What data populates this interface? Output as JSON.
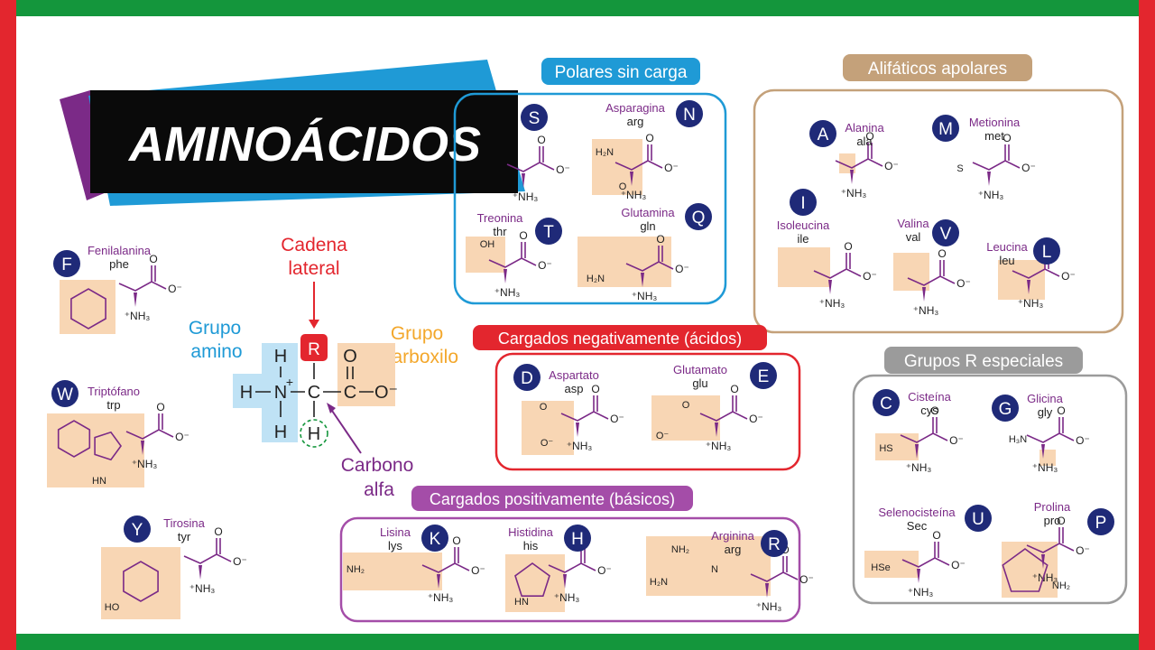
{
  "title": "AMINOÁCIDOS",
  "colors": {
    "green": "#14963c",
    "red": "#e3262e",
    "navy": "#1f2a78",
    "purple": "#7b2a87",
    "cyan": "#1f9ad6",
    "orange": "#f3a72b",
    "tan": "#c4a17a",
    "highlight": "#f8d6b4",
    "gray": "#9b9b9b"
  },
  "general": {
    "cadena1": "Cadena",
    "cadena2": "lateral",
    "amino1": "Grupo",
    "amino2": "amino",
    "carboxilo1": "Grupo",
    "carboxilo2": "carboxilo",
    "carbono1": "Carbono",
    "carbono2": "alfa",
    "R": "R",
    "H": "H",
    "N": "N",
    "C": "C",
    "O": "O",
    "Ominus": "O⁻",
    "plus": "+"
  },
  "groups": {
    "polares": "Polares sin carga",
    "alifaticos": "Alifáticos apolares",
    "negativos": "Cargados negativamente (ácidos)",
    "positivos": "Cargados positivamente (básicos)",
    "especiales": "Grupos R especiales"
  },
  "amino_acids": {
    "S": {
      "letter": "S",
      "name": "",
      "abbr": ""
    },
    "N": {
      "letter": "N",
      "name": "Asparagina",
      "abbr": "arg"
    },
    "T": {
      "letter": "T",
      "name": "Treonina",
      "abbr": "thr"
    },
    "Q": {
      "letter": "Q",
      "name": "Glutamina",
      "abbr": "gln"
    },
    "A": {
      "letter": "A",
      "name": "Alanina",
      "abbr": "ala"
    },
    "M": {
      "letter": "M",
      "name": "Metionina",
      "abbr": "met"
    },
    "I": {
      "letter": "I",
      "name": "Isoleucina",
      "abbr": "ile"
    },
    "V": {
      "letter": "V",
      "name": "Valina",
      "abbr": "val"
    },
    "L": {
      "letter": "L",
      "name": "Leucina",
      "abbr": "leu"
    },
    "F": {
      "letter": "F",
      "name": "Fenilalanina",
      "abbr": "phe"
    },
    "W": {
      "letter": "W",
      "name": "Triptófano",
      "abbr": "trp"
    },
    "Y": {
      "letter": "Y",
      "name": "Tirosina",
      "abbr": "tyr"
    },
    "D": {
      "letter": "D",
      "name": "Aspartato",
      "abbr": "asp"
    },
    "E": {
      "letter": "E",
      "name": "Glutamato",
      "abbr": "glu"
    },
    "K": {
      "letter": "K",
      "name": "Lisina",
      "abbr": "lys"
    },
    "H": {
      "letter": "H",
      "name": "Histidina",
      "abbr": "his"
    },
    "R": {
      "letter": "R",
      "name": "Arginina",
      "abbr": "arg"
    },
    "C": {
      "letter": "C",
      "name": "Cisteína",
      "abbr": "cys"
    },
    "G": {
      "letter": "G",
      "name": "Glicina",
      "abbr": "gly"
    },
    "U": {
      "letter": "U",
      "name": "Selenocisteína",
      "abbr": "Sec"
    },
    "P": {
      "letter": "P",
      "name": "Prolina",
      "abbr": "pro"
    }
  },
  "atoms": {
    "Ominus": "O⁻",
    "NH3": "⁺NH₃",
    "O": "O",
    "H2N": "H₂N",
    "OH": "OH",
    "S": "S",
    "HO": "HO",
    "HN": "HN",
    "HS": "HS",
    "HSe": "HSe",
    "H3N": "H₃N",
    "NH2plus": "NH₂",
    "NH2": "H₂N",
    "N": "N",
    "plus": "+"
  }
}
